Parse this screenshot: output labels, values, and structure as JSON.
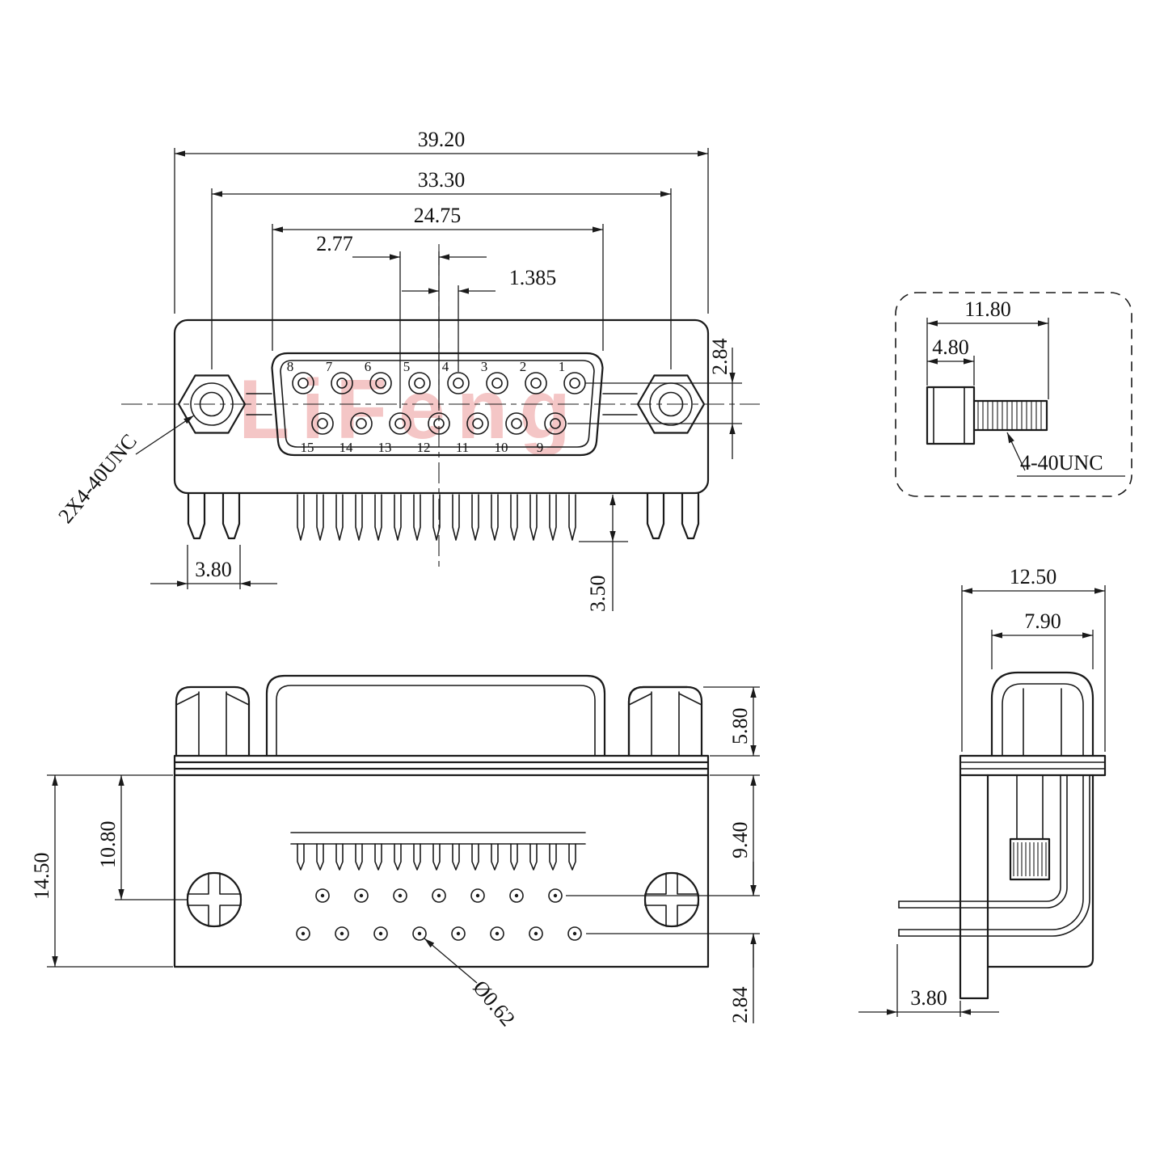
{
  "watermark": "LiFeng",
  "front_view": {
    "dim_overall_width": "39.20",
    "dim_mount_hole_span": "33.30",
    "dim_insert_width": "24.75",
    "dim_contact_pitch": "2.77",
    "dim_row_stagger": "1.385",
    "dim_row_spacing": "2.84",
    "dim_peg_width": "3.80",
    "dim_tail_length": "3.50",
    "label_mount_thread": "2X4-40UNC",
    "pin_numbers_top": [
      "8",
      "7",
      "6",
      "5",
      "4",
      "3",
      "2",
      "1"
    ],
    "pin_numbers_bottom": [
      "15",
      "14",
      "13",
      "12",
      "11",
      "10",
      "9"
    ]
  },
  "screw_detail": {
    "dim_screw_length": "11.80",
    "dim_head_length": "4.80",
    "label_thread": "4-40UNC"
  },
  "bottom_view": {
    "dim_overall_height": "14.50",
    "dim_hole_offset": "10.80",
    "dim_standoff_height": "5.80",
    "dim_body_height": "9.40",
    "dim_row_spacing": "2.84",
    "label_hole_diameter": "Ø0.62"
  },
  "side_view": {
    "dim_overall_depth": "12.50",
    "dim_body_depth": "7.90",
    "dim_pin_protrusion": "3.80"
  }
}
